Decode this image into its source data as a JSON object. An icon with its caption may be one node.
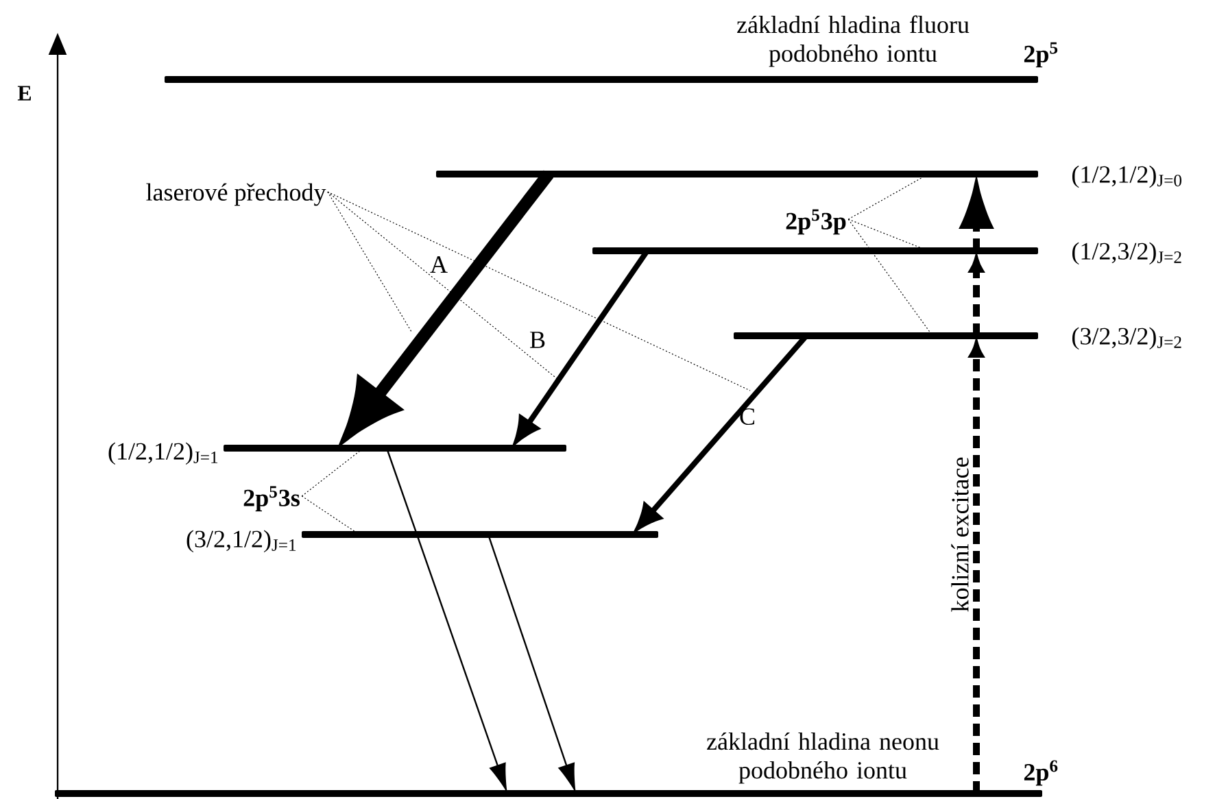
{
  "diagram": {
    "nodes": [
      {
        "text": [
          "základní hladina fluoru podobného iontu"
        ],
        "beside": [
          "2p$^{5}$"
        ]
      },
      {
        "text": [
          "(1/2,1/2)$_{J=0}$"
        ]
      },
      {
        "text": [
          "(1/2,3/2)$_{J=2}$"
        ]
      },
      {
        "text": [
          "(3/2,3/2)$_{J=2}$"
        ]
      },
      {
        "text": [
          "(1/2,1/2)$_{J=1}$"
        ]
      },
      {
        "text": [
          "(3/2,1/2)$_{J=1}$"
        ]
      },
      {
        "text": [
          "základní hladina neonu podobného iontu"
        ],
        "beside": [
          "2p$^{6}$"
        ]
      },
      {
        "text": [
          "laserové přechody"
        ]
      },
      {
        "text": [
          "2p$^{5}$3s"
        ]
      },
      {
        "text": [
          "2p$^{5}$3p"
        ]
      }
    ],
    "edges": [
      {
        "from": 1,
        "to": 4,
        "arrow": "to",
        "label": "A",
        "style": "thick"
      },
      {
        "from": 2,
        "to": 4,
        "arrow": "to",
        "label": "B",
        "style": "thick"
      },
      {
        "from": 3,
        "to": 5,
        "arrow": "to",
        "label": "C",
        "style": "thick"
      },
      {
        "from": 4,
        "to": 6,
        "arrow": "to"
      },
      {
        "from": 5,
        "to": 6,
        "arrow": "to"
      },
      {
        "from": 6,
        "to": 3,
        "arrow": "to",
        "label": "kolizní excitace",
        "style": "dashed"
      },
      {
        "from": 3,
        "to": 2,
        "arrow": "to",
        "style": "dashed"
      },
      {
        "from": 2,
        "to": 1,
        "arrow": "to",
        "style": "dashed"
      },
      {
        "from": 7,
        "to": null,
        "arrow": "none",
        "style": "dashed"
      },
      {
        "from": 7,
        "to": null,
        "arrow": "none",
        "style": "dashed"
      },
      {
        "from": 7,
        "to": null,
        "arrow": "none",
        "style": "dashed"
      },
      {
        "from": 8,
        "to": 4,
        "arrow": "none",
        "style": "dashed"
      },
      {
        "from": 8,
        "to": 5,
        "arrow": "none",
        "style": "dashed"
      },
      {
        "from": 9,
        "to": 1,
        "arrow": "none",
        "style": "dashed"
      },
      {
        "from": 9,
        "to": 2,
        "arrow": "none",
        "style": "dashed"
      },
      {
        "from": 9,
        "to": 3,
        "arrow": "none",
        "style": "dashed"
      }
    ],
    "labels": [
      "E"
    ]
  }
}
